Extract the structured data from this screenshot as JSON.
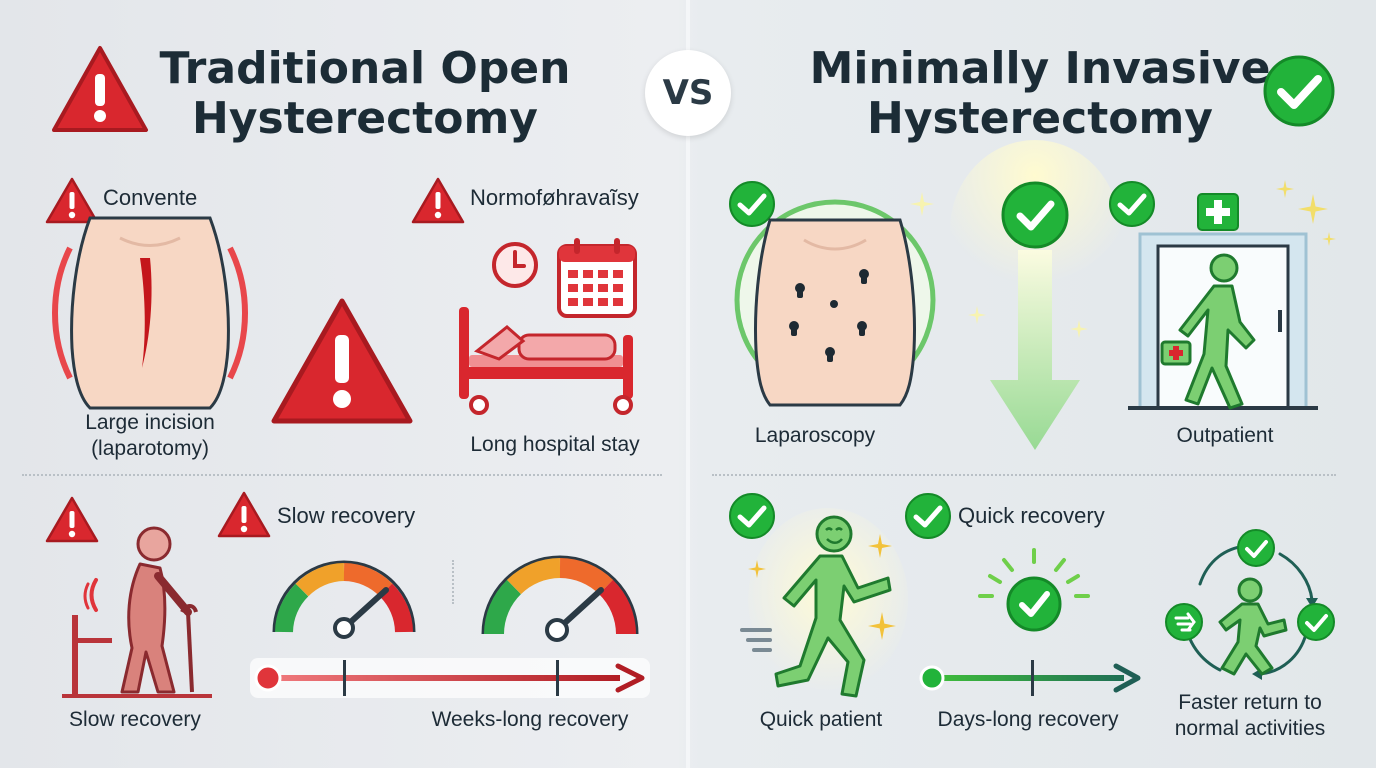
{
  "vs_label": "VS",
  "left": {
    "title_line1": "Traditional Open",
    "title_line2": "Hysterectomy",
    "items": [
      {
        "header": "Convente",
        "label_line1": "Large incision",
        "label_line2": "(laparotomy)"
      },
      {
        "header": "Normoføhravaĩsy",
        "label": "Long hospital stay"
      },
      {
        "header": "Slow recovery"
      },
      {
        "label": "Slow recovery"
      },
      {
        "label": "Weeks-long recovery"
      }
    ]
  },
  "right": {
    "title_line1": "Minimally Invasive",
    "title_line2": "Hysterectomy",
    "items": [
      {
        "label": "Laparoscopy"
      },
      {
        "label": "Outpatient"
      },
      {
        "header": "Quick recovery"
      },
      {
        "label": "Quick patient"
      },
      {
        "label": "Days-long recovery"
      },
      {
        "label_line1": "Faster return to",
        "label_line2": "normal activities"
      }
    ]
  },
  "colors": {
    "warning_red": "#d9272e",
    "success_green": "#22b33a",
    "title_dark": "#1c2c36",
    "skin": "#f7d7c4"
  }
}
